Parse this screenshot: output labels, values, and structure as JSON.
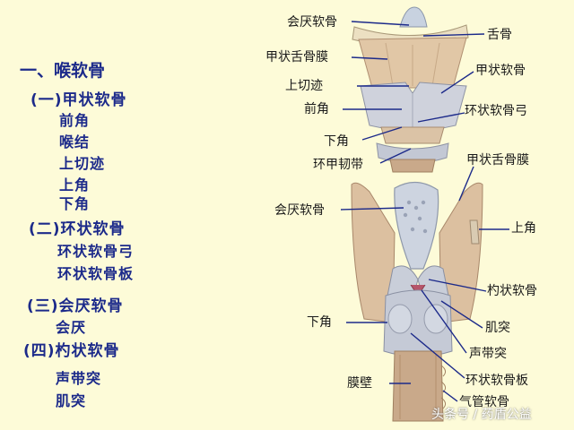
{
  "outline": {
    "title": "一、喉软骨",
    "sections": [
      {
        "title": "(一)甲状软骨",
        "items": [
          "前角",
          "喉结",
          "上切迹",
          "上角",
          "下角"
        ]
      },
      {
        "title": "(二)环状软骨",
        "items": [
          "环状软骨弓",
          "环状软骨板"
        ]
      },
      {
        "title": "(三)会厌软骨",
        "items": [
          "会厌"
        ]
      },
      {
        "title": "(四)杓状软骨",
        "items": [
          "声带突",
          "肌突"
        ]
      }
    ]
  },
  "figure_labels": {
    "epiglottic_top": "会厌软骨",
    "hyoid": "舌骨",
    "thyrohyoid_membrane_top": "甲状舌骨膜",
    "thyroid_cartilage": "甲状软骨",
    "superior_notch": "上切迹",
    "anterior_horn": "前角",
    "cricoid_arch": "环状软骨弓",
    "inferior_horn_top": "下角",
    "cricothyroid_ligament": "环甲韧带",
    "thyrohyoid_membrane_bottom": "甲状舌骨膜",
    "epiglottic_bottom": "会厌软骨",
    "superior_horn": "上角",
    "arytenoid": "杓状软骨",
    "inferior_horn_bottom": "下角",
    "muscular_process": "肌突",
    "vocal_process": "声带突",
    "membranous_wall": "膜壁",
    "cricoid_lamina": "环状软骨板",
    "tracheal_cartilage": "气管软骨"
  },
  "watermark": "头条号 / 药盾公益",
  "colors": {
    "background": "#fdfbd8",
    "outline_text": "#1c2a8a",
    "leader_line": "#1c2a8a",
    "cartilage": "#c9ccd6",
    "ligament": "#d8b79a",
    "trachea": "#c9a98a"
  }
}
